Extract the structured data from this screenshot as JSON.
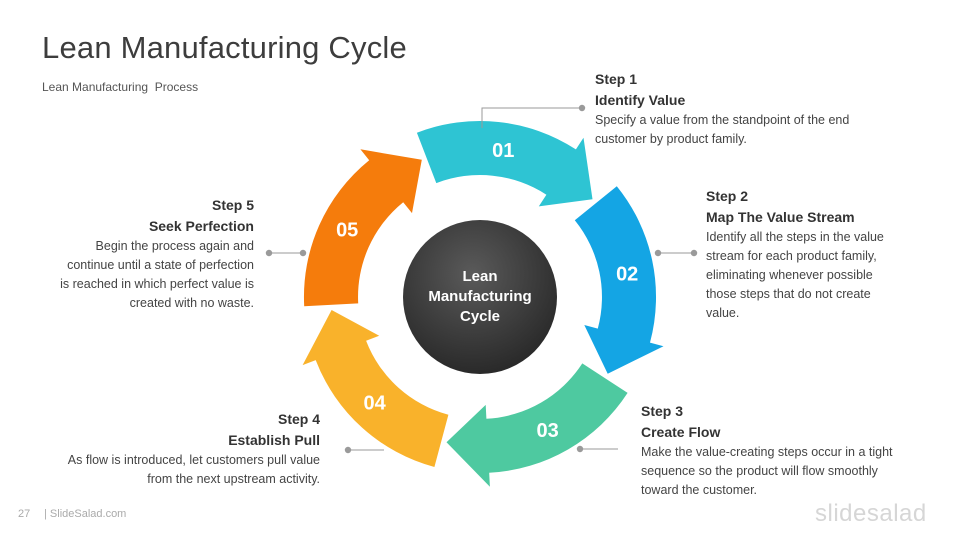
{
  "title": "Lean Manufacturing Cycle",
  "subtitle": "Lean Manufacturing  Process",
  "center": [
    "Lean",
    "Manufacturing",
    "Cycle"
  ],
  "steps": [
    {
      "step": "Step 1",
      "number": "01",
      "title": "Identify Value",
      "desc": [
        "Specify a value from the standpoint of the end",
        "customer by product family."
      ],
      "color": "#2ec4d3"
    },
    {
      "step": "Step 2",
      "number": "02",
      "title": "Map The Value Stream",
      "desc": [
        "Identify all the steps in the value",
        "stream for each product family,",
        "eliminating whenever possible",
        "those steps that do not create",
        "value."
      ],
      "color": "#14a5e4"
    },
    {
      "step": "Step 3",
      "number": "03",
      "title": "Create Flow",
      "desc": [
        "Make the value-creating steps occur in a tight",
        "sequence so the product will flow smoothly",
        "toward the customer."
      ],
      "color": "#4ec9a0"
    },
    {
      "step": "Step 4",
      "number": "04",
      "title": "Establish Pull",
      "desc": [
        "As flow is introduced, let customers pull value",
        "from the next upstream activity."
      ],
      "color": "#f9b22b"
    },
    {
      "step": "Step 5",
      "number": "05",
      "title": "Seek Perfection",
      "desc": [
        "Begin the process again and",
        "continue until a state of perfection",
        "is reached in which perfect value is",
        "created with no waste."
      ],
      "color": "#f57c0c"
    }
  ],
  "footer": {
    "page": "27",
    "site": "| SlideSalad.com",
    "brand": "slidesalad"
  }
}
